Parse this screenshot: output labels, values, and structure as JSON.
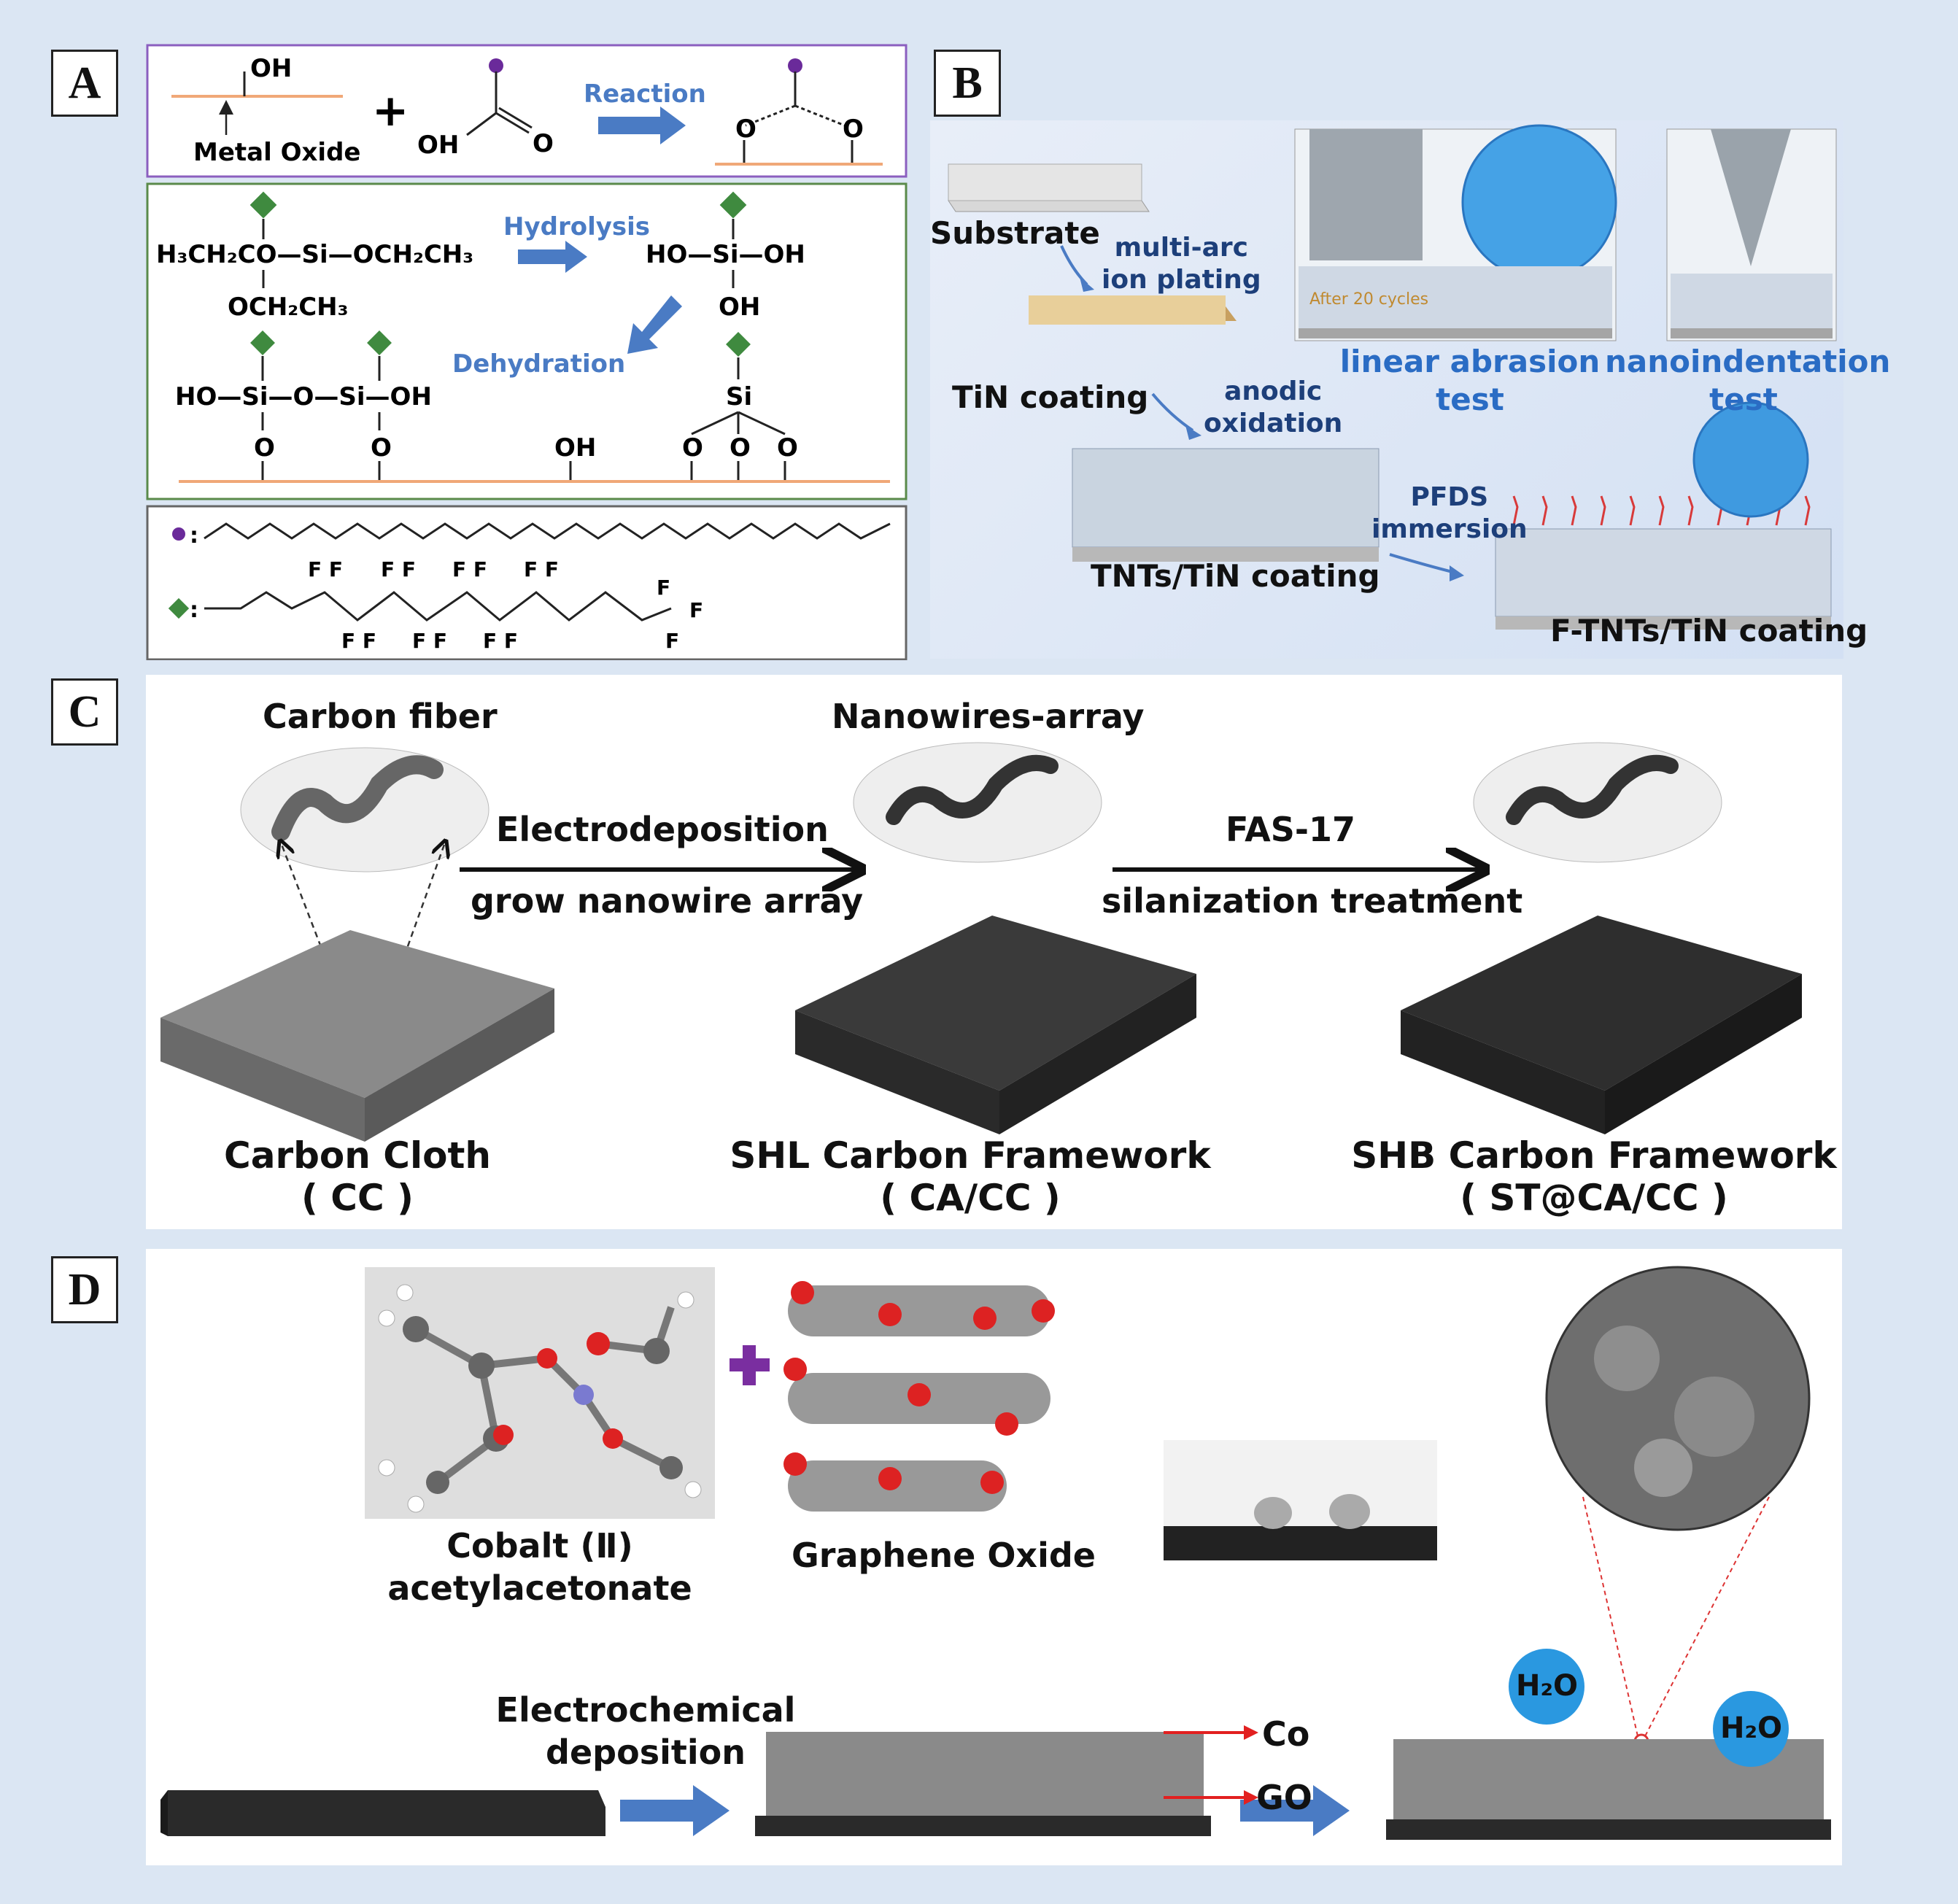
{
  "panels": {
    "A": {
      "label": "A",
      "reaction1": {
        "oh": "OH",
        "metal_oxide": "Metal Oxide",
        "plus": "+",
        "acid_oh": "OH",
        "acid_o": "O",
        "arrow_label": "Reaction",
        "prod_o1": "O",
        "prod_o2": "O"
      },
      "reaction2": {
        "silane_left": "H₃CH₂CO—Si—OCH₂CH₃",
        "silane_bottom": "OCH₂CH₃",
        "hydrolysis_label": "Hydrolysis",
        "silanol_line": "HO—Si—OH",
        "silanol_oh": "OH",
        "dehydration_label": "Dehydration",
        "condensed": "HO—Si—O—Si—OH",
        "o": "O",
        "surface_oh": "OH",
        "si": "Si"
      },
      "legend": {
        "circle_key": "● :",
        "diamond_key": "◆ :",
        "f": "F",
        "ff": "F F"
      }
    },
    "B": {
      "label": "B",
      "substrate": "Substrate",
      "multi_arc": "multi-arc\nion plating",
      "tin_coating": "TiN coating",
      "anodic": "anodic\noxidation",
      "tnts": "TNTs/TiN coating",
      "pfds": "PFDS\nimmersion",
      "ftnts": "F-TNTs/TiN coating",
      "linear": "linear abrasion\ntest",
      "nano": "nanoindentation\ntest",
      "after": "After 20 cycles"
    },
    "C": {
      "label": "C",
      "carbon_fiber": "Carbon fiber",
      "nanowires": "Nanowires-array",
      "electrodeposition": "Electrodeposition",
      "grow": "grow nanowire array",
      "fas": "FAS-17",
      "silanization": "silanization treatment",
      "cc_name": "Carbon Cloth",
      "cc_abbr": "( CC )",
      "shl_name": "SHL Carbon Framework",
      "shl_abbr": "( CA/CC )",
      "shb_name": "SHB Carbon Framework",
      "shb_abbr": "( ST@CA/CC )"
    },
    "D": {
      "label": "D",
      "cobalt": "Cobalt (Ⅱ)\nacetylacetonate",
      "graphene": "Graphene Oxide",
      "electrochem": "Electrochemical\ndeposition",
      "co": "Co",
      "go": "GO",
      "h2o_1": "H₂O",
      "h2o_2": "H₂O"
    }
  },
  "colors": {
    "background": "#dbe6f3",
    "box_purple": "#8b5fbf",
    "box_green": "#5a8a4a",
    "box_gray": "#666666",
    "surface_orange": "#f0a878",
    "arrow_blue": "#4a7bc4",
    "diamond_green": "#3f8a3f",
    "dot_purple": "#6a2a9a",
    "plus_purple": "#7a2ea0",
    "label_red": "#e22020"
  }
}
